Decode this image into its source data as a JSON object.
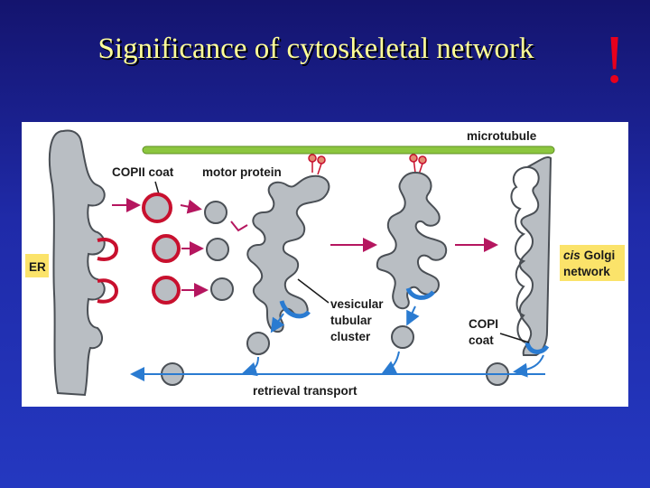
{
  "slide": {
    "title": "Significance of cytoskeletal network",
    "mark": "!"
  },
  "diagram": {
    "labels": {
      "microtubule": "microtubule",
      "copii_coat": "COPII coat",
      "motor_protein": "motor protein",
      "er": "ER",
      "cis_italic": "cis",
      "golgi": "Golgi",
      "network": "network",
      "vesicular": "vesicular",
      "tubular": "tubular",
      "cluster": "cluster",
      "copi": "COPI",
      "coat": "coat",
      "retrieval": "retrieval transport"
    },
    "colors": {
      "membrane_fill": "#b9bec3",
      "membrane_outline": "#4a4f55",
      "copii_coat": "#c8102e",
      "copi_coat": "#2a7bd1",
      "microtubule": "#8cc63f",
      "forward_arrow": "#b5165f",
      "retrieval_arrow": "#2a7bd1",
      "label_box": "#fbe36a"
    }
  }
}
